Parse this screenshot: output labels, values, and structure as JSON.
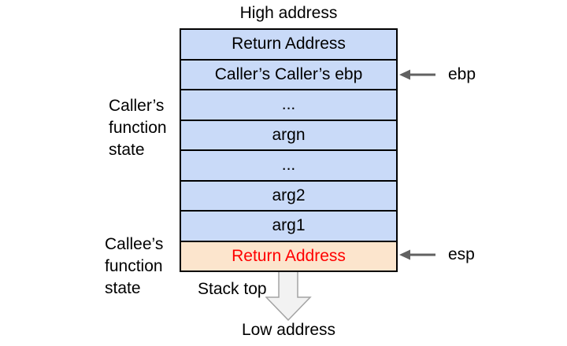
{
  "labels": {
    "high_address": "High address",
    "low_address": "Low address",
    "stack_top": "Stack top"
  },
  "stack": {
    "rows": [
      "Return Address",
      "Caller’s Caller’s ebp",
      "...",
      "argn",
      "...",
      "arg2",
      "arg1",
      "Return Address"
    ]
  },
  "side_labels": {
    "caller": {
      "lines": [
        "Caller’s",
        "function",
        "state"
      ]
    },
    "callee": {
      "lines": [
        "Callee’s",
        "function",
        "state"
      ]
    }
  },
  "registers": {
    "ebp": {
      "label": "ebp"
    },
    "esp": {
      "label": "esp"
    }
  },
  "colors": {
    "caller_row_bg": "#c9daf8",
    "callee_row_bg": "#fce5cd",
    "callee_text": "#ff0000",
    "border": "#000000",
    "pointer_arrow": "#616161",
    "big_arrow_fill": "#f2f2f2",
    "big_arrow_stroke": "#a3a3a3"
  }
}
